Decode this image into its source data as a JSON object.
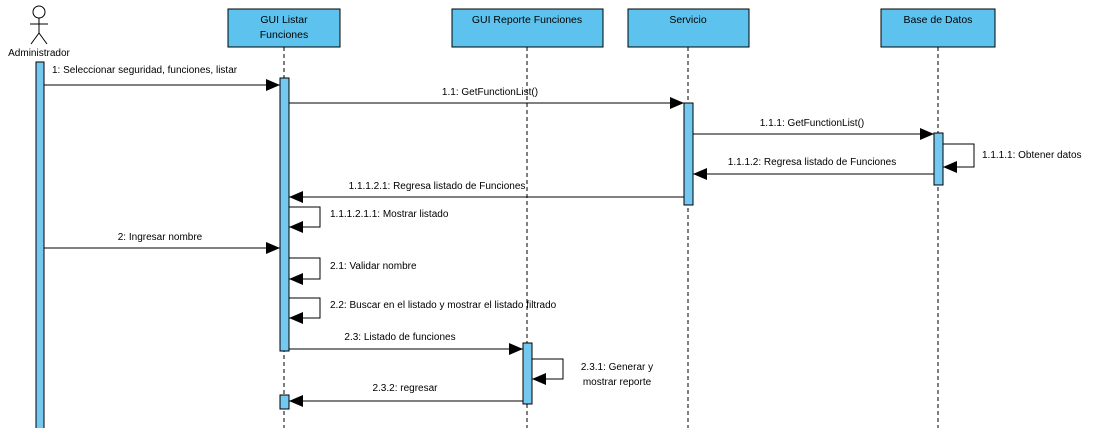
{
  "colors": {
    "participant_fill": "#5dc3ee",
    "activation_fill": "#75c8f0",
    "line": "#000000",
    "background": "#ffffff"
  },
  "actor": {
    "name": "Administrador"
  },
  "participants": [
    {
      "id": "gui_listar",
      "lines": [
        "GUI Listar",
        "Funciones"
      ]
    },
    {
      "id": "gui_reporte",
      "lines": [
        "GUI Reporte Funciones"
      ]
    },
    {
      "id": "servicio",
      "lines": [
        "Servicio"
      ]
    },
    {
      "id": "bd",
      "lines": [
        "Base de Datos"
      ]
    }
  ],
  "messages": [
    {
      "id": "m1",
      "label": [
        "1: Seleccionar seguridad, funciones, listar"
      ],
      "from": "actor",
      "to": "gui_listar",
      "kind": "call"
    },
    {
      "id": "m1_1",
      "label": [
        "1.1: GetFunctionList()"
      ],
      "from": "gui_listar",
      "to": "servicio",
      "kind": "call"
    },
    {
      "id": "m1_1_1",
      "label": [
        "1.1.1: GetFunctionList()"
      ],
      "from": "servicio",
      "to": "bd",
      "kind": "call"
    },
    {
      "id": "m1_1_1_1",
      "label": [
        "1.1.1.1: Obtener datos"
      ],
      "from": "bd",
      "to": "bd",
      "kind": "self"
    },
    {
      "id": "m1_1_1_2",
      "label": [
        "1.1.1.2: Regresa listado de Funciones"
      ],
      "from": "bd",
      "to": "servicio",
      "kind": "return"
    },
    {
      "id": "m1_1_1_2_1",
      "label": [
        "1.1.1.2.1: Regresa listado de Funciones"
      ],
      "from": "servicio",
      "to": "gui_listar",
      "kind": "return"
    },
    {
      "id": "m1_1_1_2_1_1",
      "label": [
        "1.1.1.2.1.1: Mostrar listado"
      ],
      "from": "gui_listar",
      "to": "gui_listar",
      "kind": "self"
    },
    {
      "id": "m2",
      "label": [
        "2: Ingresar nombre"
      ],
      "from": "actor",
      "to": "gui_listar",
      "kind": "call"
    },
    {
      "id": "m2_1",
      "label": [
        "2.1: Validar nombre"
      ],
      "from": "gui_listar",
      "to": "gui_listar",
      "kind": "self"
    },
    {
      "id": "m2_2",
      "label": [
        "2.2: Buscar en el listado y mostrar el listado filtrado"
      ],
      "from": "gui_listar",
      "to": "gui_listar",
      "kind": "self"
    },
    {
      "id": "m2_3",
      "label": [
        "2.3: Listado de funciones"
      ],
      "from": "gui_listar",
      "to": "gui_reporte",
      "kind": "call"
    },
    {
      "id": "m2_3_1",
      "label": [
        "2.3.1: Generar y",
        "mostrar reporte"
      ],
      "from": "gui_reporte",
      "to": "gui_reporte",
      "kind": "self"
    },
    {
      "id": "m2_3_2",
      "label": [
        "2.3.2: regresar"
      ],
      "from": "gui_reporte",
      "to": "gui_listar",
      "kind": "return"
    }
  ]
}
